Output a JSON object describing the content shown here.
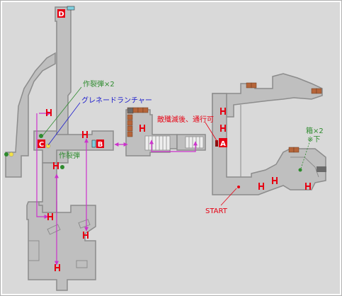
{
  "markers": {
    "D": "D",
    "C": "C",
    "B": "B",
    "A": "A"
  },
  "labels": {
    "grenades_x2": "作裂弾×2",
    "grenade_launcher": "グレネードランチャー",
    "enemy_clear": "敵殲滅後、通行可",
    "grenade": "作裂弾",
    "box_x2": "箱×2",
    "note_below": "※下",
    "start": "START"
  },
  "colors": {
    "background": "#ffffff",
    "frame": "#d9d9d9",
    "floor": "#bfbfbf",
    "wall": "#8c8c8c",
    "path": "#cc33cc",
    "door": "#e60012",
    "marker_bg": "#e60012",
    "label_green": "#2e8b2e",
    "label_blue": "#1a1acc",
    "label_red": "#e60012",
    "crate": "#b5653a"
  }
}
